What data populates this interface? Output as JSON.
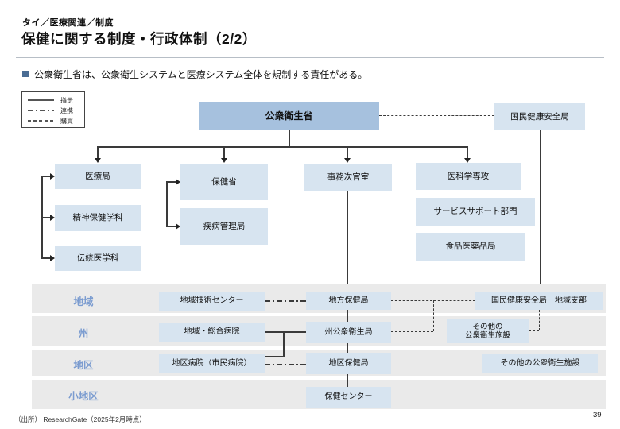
{
  "colors": {
    "primary-box": "#a6c1de",
    "light-box": "#d7e4f0",
    "band": "#eaeaea",
    "row-label": "#7b9cd0",
    "bullet": "#4a6d94",
    "line": "#3a3a3a"
  },
  "header": {
    "eyebrow": "タイ／医療関連／制度",
    "title": "保健に関する制度・行政体制（2/2）",
    "bullet": "公衆衛生省は、公衆衛生システムと医療システム全体を規制する責任がある。"
  },
  "legend": {
    "items": [
      {
        "style": "solid",
        "label": "指示"
      },
      {
        "style": "dashdot",
        "label": "連携"
      },
      {
        "style": "dashed",
        "label": "購買"
      }
    ]
  },
  "org": {
    "ministry": "公衆衛生省",
    "nhso": "国民健康安全局",
    "medical_dept": "医療局",
    "mental_health_dept": "精神保健学科",
    "traditional_medicine_dept": "伝統医学科",
    "health_dept": "保健省",
    "disease_control_dept": "疾病管理局",
    "permanent_secretary_office": "事務次官室",
    "medical_sciences_dept": "医科学専攻",
    "service_support_dept": "サービスサポート部門",
    "fda": "食品医薬品局"
  },
  "matrix": {
    "row_labels": [
      "地域",
      "州",
      "地区",
      "小地区"
    ],
    "regional_tech_center": "地域技術センター",
    "regional_general_hospital": "地域・総合病院",
    "district_hospital": "地区病院（市民病院）",
    "regional_health_office": "地方保健局",
    "provincial_public_health_office": "州公衆衛生局",
    "district_health_office": "地区保健局",
    "health_center": "保健センター",
    "nhso_regional_branch": "国民健康安全局　地域支部",
    "other_facilities_multiline": "その他の\n公衆衛生施設",
    "other_facilities": "その他の公衆衛生施設"
  },
  "footer": {
    "source": "（出所） ResearchGate（2025年2月時点）",
    "page": "39"
  }
}
